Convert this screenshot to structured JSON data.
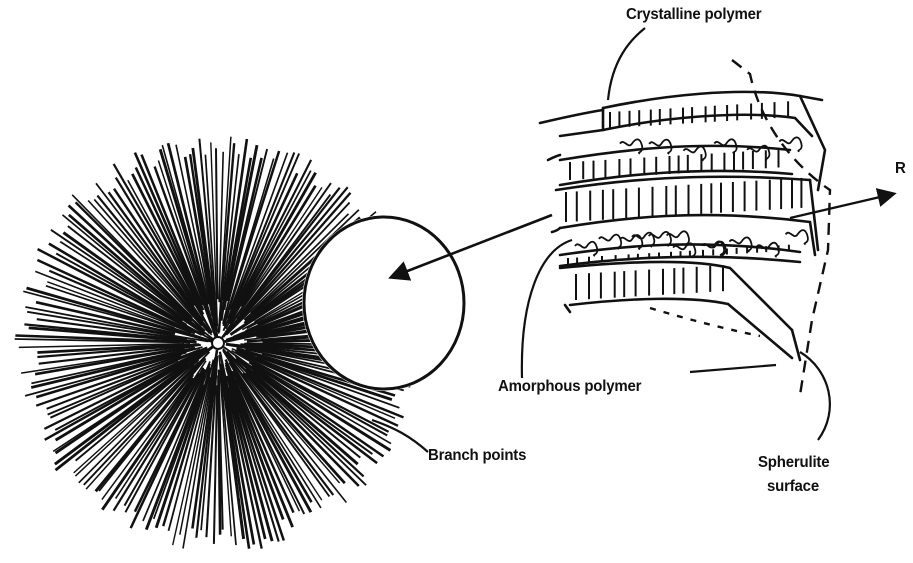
{
  "labels": {
    "crystalline": "Crystalline polymer",
    "r": "R",
    "amorphous": "Amorphous polymer",
    "branch": "Branch points",
    "spherulite": "Spherulite",
    "surface": "surface"
  },
  "colors": {
    "ink": "#111111",
    "background": "#ffffff"
  }
}
